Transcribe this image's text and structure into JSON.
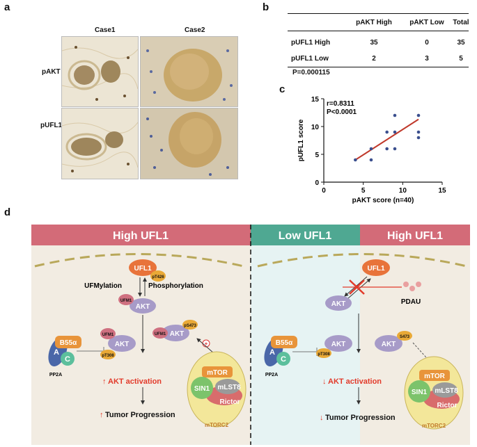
{
  "panels": {
    "a": "a",
    "b": "b",
    "c": "c",
    "d": "d"
  },
  "panel_a": {
    "col1": "Case1",
    "col2": "Case2",
    "row1": "pAKT",
    "row2": "pUFL1"
  },
  "panel_b": {
    "headers": [
      "",
      "pAKT High",
      "pAKT Low",
      "Total"
    ],
    "rows": [
      [
        "pUFL1 High",
        "35",
        "0",
        "35"
      ],
      [
        "pUFL1 Low",
        "2",
        "3",
        "5"
      ]
    ],
    "pvalue": "P=0.000115"
  },
  "chart_data": {
    "type": "scatter",
    "title": "",
    "xlabel": "pAKT score (n=40)",
    "ylabel": "pUFL1 score",
    "xlim": [
      0,
      15
    ],
    "ylim": [
      0,
      15
    ],
    "xticks": [
      "0",
      "5",
      "10",
      "15"
    ],
    "yticks": [
      "0",
      "5",
      "10",
      "15"
    ],
    "x": [
      4,
      6,
      6,
      8,
      8,
      9,
      9,
      9,
      12,
      12,
      12
    ],
    "y": [
      4,
      6,
      4,
      9,
      6,
      12,
      9,
      6,
      12,
      9,
      8
    ],
    "fit_line": [
      [
        4,
        4
      ],
      [
        12,
        11.3
      ]
    ],
    "annotations": [
      "r=0.8311",
      "P<0.0001"
    ],
    "point_color": "#3b4f8e",
    "line_color": "#c0392b"
  },
  "panel_d": {
    "left_title": "High UFL1",
    "mid_title": "Low UFL1",
    "right_title": "High UFL1",
    "left": {
      "ufl1": "UFL1",
      "pt426": "pT426",
      "ufmylation": "UFMylation",
      "phosphorylation": "Phosphorylation",
      "ufm1": "UFM1",
      "akt": "AKT",
      "b55": "B55α",
      "a": "A",
      "c": "C",
      "pp2a": "PP2A",
      "pt308": "pT308",
      "ps473": "pS473",
      "activation": "AKT activation",
      "progression": "Tumor Progression",
      "mtor": "mTOR",
      "sin1": "SIN1",
      "mlst8": "mLST8",
      "rictor": "Rictor",
      "mtorc2": "mTORC2",
      "plus": "+"
    },
    "right": {
      "ufl1": "UFL1",
      "akt": "AKT",
      "pdau": "PDAU",
      "b55": "B55α",
      "a": "A",
      "c": "C",
      "pp2a": "PP2A",
      "pt308": "pT308",
      "s473": "S473",
      "activation": "AKT activation",
      "progression": "Tumor Progression",
      "mtor": "mTOR",
      "sin1": "SIN1",
      "mlst8": "mLST8",
      "rictor": "Rictor",
      "mtorc2": "mTORC2"
    },
    "colors": {
      "header_red": "#d36b78",
      "header_green": "#4fa892",
      "bg_beige": "#f2ece2",
      "bg_blue": "#e6f3f3",
      "ufl1": "#e8733a",
      "akt": "#a79bc8",
      "ufm1": "#cf7080",
      "phospho": "#e9a936",
      "b55": "#e8943a",
      "pp2a_a": "#4a67a8",
      "pp2a_c": "#5cbf9c",
      "mtorc2": "#f3e79a",
      "mtor": "#e8943a",
      "sin1": "#7cc36b",
      "mlst8": "#9a9a9a",
      "rictor": "#d86c6c",
      "up_down_arrow": "#e23a2a"
    }
  }
}
